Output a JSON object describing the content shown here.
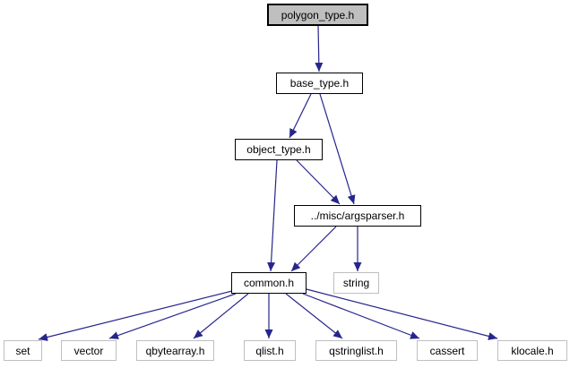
{
  "diagram": {
    "type": "include-dependency-graph",
    "colors": {
      "background": "#ffffff",
      "edge": "#26268c",
      "node_fill": "#ffffff",
      "node_border_internal": "#000000",
      "node_border_external": "#bfbfbf",
      "current_node_fill": "#bfbfbf",
      "text": "#000000"
    },
    "nodes": [
      {
        "id": "polygon_type",
        "label": "polygon_type.h",
        "kind": "current"
      },
      {
        "id": "base_type",
        "label": "base_type.h",
        "kind": "internal"
      },
      {
        "id": "object_type",
        "label": "object_type.h",
        "kind": "internal"
      },
      {
        "id": "argsparser",
        "label": "../misc/argsparser.h",
        "kind": "internal"
      },
      {
        "id": "common",
        "label": "common.h",
        "kind": "internal"
      },
      {
        "id": "string",
        "label": "string",
        "kind": "external"
      },
      {
        "id": "set",
        "label": "set",
        "kind": "external"
      },
      {
        "id": "vector",
        "label": "vector",
        "kind": "external"
      },
      {
        "id": "qbytearray",
        "label": "qbytearray.h",
        "kind": "external"
      },
      {
        "id": "qlist",
        "label": "qlist.h",
        "kind": "external"
      },
      {
        "id": "qstringlist",
        "label": "qstringlist.h",
        "kind": "external"
      },
      {
        "id": "cassert",
        "label": "cassert",
        "kind": "external"
      },
      {
        "id": "klocale",
        "label": "klocale.h",
        "kind": "external"
      }
    ],
    "edges": [
      {
        "from": "polygon_type.h",
        "to": "base_type.h"
      },
      {
        "from": "base_type.h",
        "to": "object_type.h"
      },
      {
        "from": "base_type.h",
        "to": "../misc/argsparser.h"
      },
      {
        "from": "object_type.h",
        "to": "../misc/argsparser.h"
      },
      {
        "from": "object_type.h",
        "to": "common.h"
      },
      {
        "from": "../misc/argsparser.h",
        "to": "common.h"
      },
      {
        "from": "../misc/argsparser.h",
        "to": "string"
      },
      {
        "from": "common.h",
        "to": "set"
      },
      {
        "from": "common.h",
        "to": "vector"
      },
      {
        "from": "common.h",
        "to": "qbytearray.h"
      },
      {
        "from": "common.h",
        "to": "qlist.h"
      },
      {
        "from": "common.h",
        "to": "qstringlist.h"
      },
      {
        "from": "common.h",
        "to": "cassert"
      },
      {
        "from": "common.h",
        "to": "klocale.h"
      }
    ]
  }
}
